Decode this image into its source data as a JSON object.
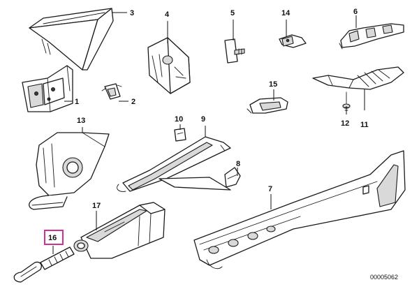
{
  "callouts": [
    {
      "id": "c1",
      "text": "1"
    },
    {
      "id": "c2",
      "text": "2"
    },
    {
      "id": "c3",
      "text": "3"
    },
    {
      "id": "c4",
      "text": "4"
    },
    {
      "id": "c5",
      "text": "5"
    },
    {
      "id": "c6",
      "text": "6"
    },
    {
      "id": "c7",
      "text": "7"
    },
    {
      "id": "c8",
      "text": "8"
    },
    {
      "id": "c9",
      "text": "9"
    },
    {
      "id": "c10",
      "text": "10"
    },
    {
      "id": "c11",
      "text": "11"
    },
    {
      "id": "c12",
      "text": "12"
    },
    {
      "id": "c13",
      "text": "13"
    },
    {
      "id": "c14",
      "text": "14"
    },
    {
      "id": "c15",
      "text": "15"
    },
    {
      "id": "c16",
      "text": "16",
      "highlighted": true
    },
    {
      "id": "c17",
      "text": "17"
    }
  ],
  "reference_number": "00005062",
  "highlight_color": "#d0308f"
}
